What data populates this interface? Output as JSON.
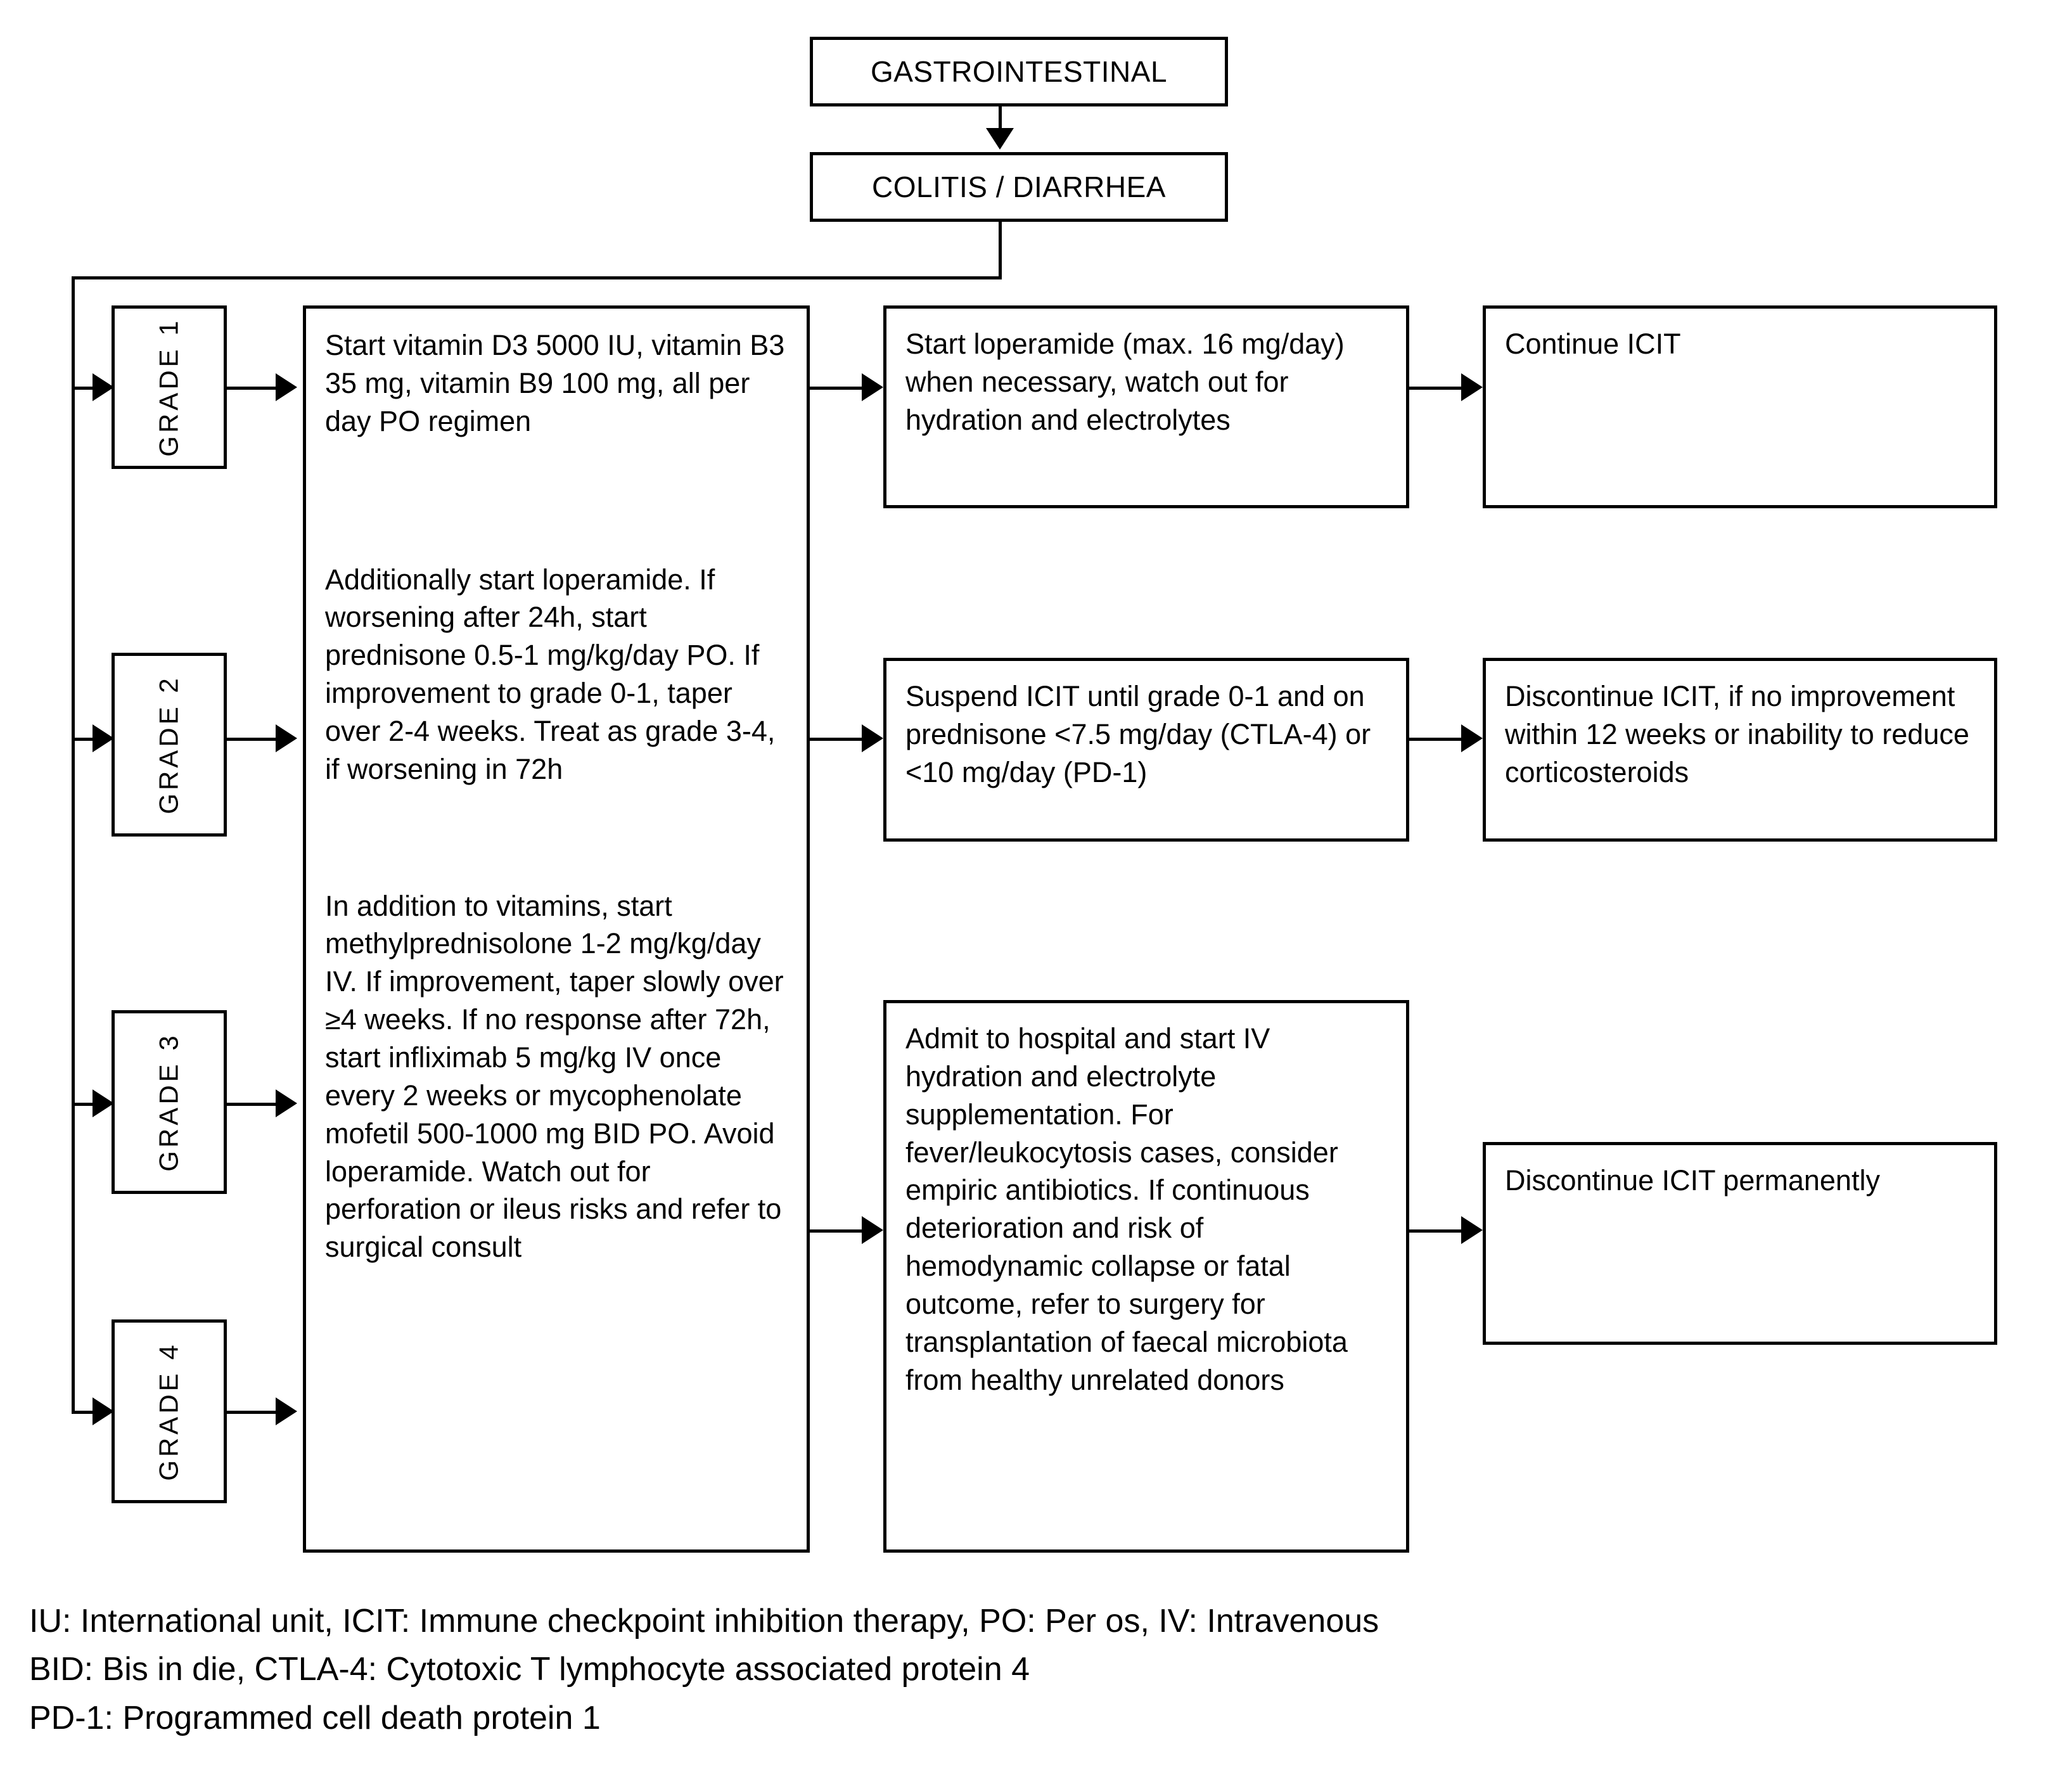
{
  "header": {
    "system_label": "GASTROINTESTINAL",
    "condition_label": "COLITIS / DIARRHEA"
  },
  "grades": [
    {
      "label": "GRADE 1"
    },
    {
      "label": "GRADE 2"
    },
    {
      "label": "GRADE 3"
    },
    {
      "label": "GRADE 4"
    }
  ],
  "treatments": {
    "grade1_primary": "Start vitamin D3 5000 IU, vitamin B3 35 mg, vitamin B9 100 mg, all per day PO regimen",
    "grade2_primary": "Additionally start loperamide. If worsening after 24h, start prednisone 0.5-1 mg/kg/day PO. If improvement to grade 0-1, taper over 2-4 weeks. Treat as grade 3-4, if worsening in 72h",
    "grade34_primary": "In addition to vitamins, start methylprednisolone 1-2 mg/kg/day IV. If improvement, taper slowly over ≥4 weeks. If no response after 72h, start infliximab 5 mg/kg IV once every 2 weeks or mycophenolate mofetil 500-1000 mg BID PO. Avoid loperamide. Watch out for perforation or ileus risks and refer to surgical consult"
  },
  "secondary": {
    "grade1": "Start loperamide (max. 16 mg/day) when necessary, watch out for hydration and electrolytes",
    "grade2": "Suspend ICIT until grade 0-1 and on prednisone <7.5 mg/day (CTLA-4) or <10 mg/day (PD-1)",
    "grade34": "Admit to hospital and start IV hydration and electrolyte supplementation. For fever/leukocytosis cases, consider empiric antibiotics. If continuous deterioration and risk of hemodynamic collapse or fatal outcome, refer to surgery for transplantation of faecal microbiota from healthy unrelated donors"
  },
  "outcomes": {
    "grade1": "Continue ICIT",
    "grade2": "Discontinue ICIT, if no improvement within 12 weeks or inability to reduce corticosteroids",
    "grade34": "Discontinue ICIT permanently"
  },
  "legend": {
    "line1": "IU: International unit, ICIT: Immune checkpoint inhibition therapy, PO: Per os, IV: Intravenous",
    "line2": "BID: Bis in die, CTLA-4: Cytotoxic T lymphocyte associated protein 4",
    "line3": "PD-1: Programmed cell death protein 1"
  },
  "colors": {
    "stroke": "#000000",
    "background": "#ffffff"
  }
}
